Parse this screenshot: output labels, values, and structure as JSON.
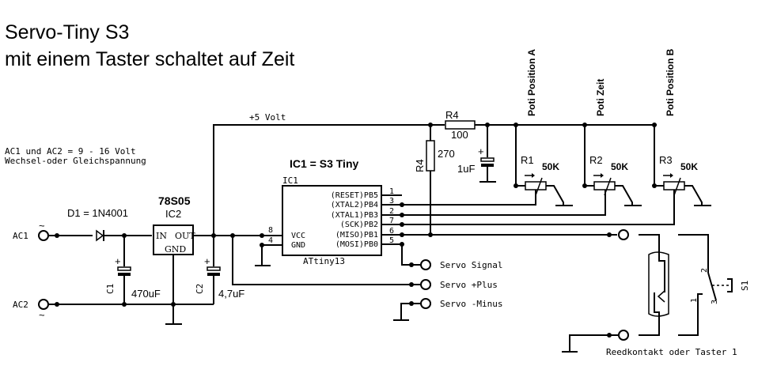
{
  "title": {
    "line1": "Servo-Tiny S3",
    "line2": "mit einem Taster schaltet auf Zeit"
  },
  "supply_note": {
    "line1": "AC1 und AC2 = 9 - 16 Volt",
    "line2": "Wechsel-oder Gleichspannung"
  },
  "rail_label": "+5 Volt",
  "inputs": {
    "ac1": "AC1",
    "ac2": "AC2",
    "tilde": "~"
  },
  "diode": {
    "label": "D1 = 1N4001"
  },
  "regulator": {
    "part": "78S05",
    "ref": "IC2",
    "pin_in": "IN",
    "pin_out": "OUT",
    "pin_gnd": "GND"
  },
  "capacitors": {
    "c1": {
      "ref": "C1",
      "value": "470uF"
    },
    "c2": {
      "ref": "C2",
      "value": "4,7uF"
    },
    "c3": {
      "value": "1uF"
    },
    "plus": "+"
  },
  "resistors": {
    "r4_series": {
      "ref": "R4",
      "value": "100"
    },
    "r4_pullup": {
      "ref": "R4",
      "value": "270"
    }
  },
  "ic1": {
    "heading": "IC1 = S3 Tiny",
    "ref": "IC1",
    "part": "ATtiny13",
    "left_pins": [
      {
        "name": "VCC",
        "num": "8"
      },
      {
        "name": "GND",
        "num": "4"
      }
    ],
    "right_pins": [
      {
        "name": "(RESET)PB5",
        "num": "1"
      },
      {
        "name": "(XTAL2)PB4",
        "num": "3"
      },
      {
        "name": "(XTAL1)PB3",
        "num": "2"
      },
      {
        "name": "(SCK)PB2",
        "num": "7"
      },
      {
        "name": "(MISO)PB1",
        "num": "6"
      },
      {
        "name": "(MOSI)PB0",
        "num": "5"
      }
    ]
  },
  "potis": [
    {
      "label": "Poti Position A",
      "ref": "R1",
      "value": "50K"
    },
    {
      "label": "Poti Zeit",
      "ref": "R2",
      "value": "50K"
    },
    {
      "label": "Poti Position B",
      "ref": "R3",
      "value": "50K"
    }
  ],
  "servo": {
    "signal": "Servo Signal",
    "plus": "Servo +Plus",
    "minus": "Servo -Minus"
  },
  "switch": {
    "ref": "S1",
    "pin1": "1",
    "pin2": "2",
    "pin3": "3",
    "caption": "Reedkontakt oder Taster 1"
  }
}
